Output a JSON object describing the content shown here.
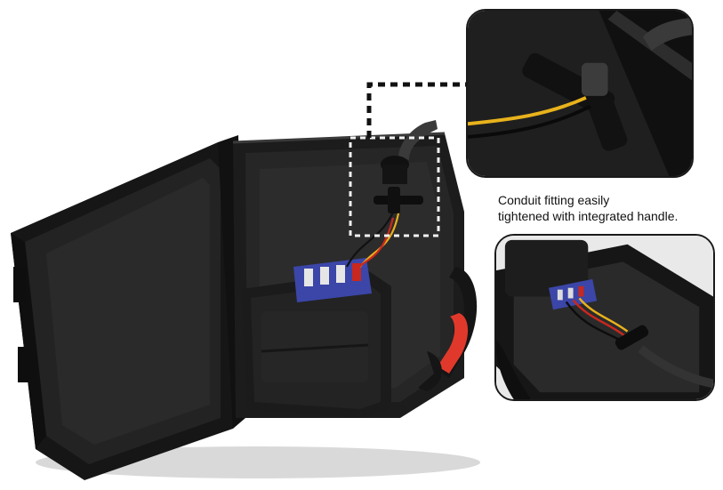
{
  "caption": {
    "line1": "Conduit fitting easily",
    "line2": "tightened with integrated  handle."
  },
  "colors": {
    "background": "#ffffff",
    "case_body": "#1c1c1c",
    "case_edge": "#2e2e2e",
    "handle_grip": "#e0392b",
    "wire_yellow": "#e8b21c",
    "wire_red": "#c8281e",
    "terminal_blue": "#3b46a8",
    "callout_border": "#111111"
  },
  "icons": {
    "callout": "dashed-callout-box",
    "connector": "dashed-connector-line"
  }
}
